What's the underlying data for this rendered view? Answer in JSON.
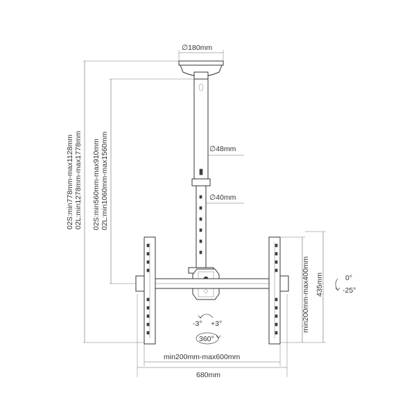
{
  "labels": {
    "plate_diameter": "∅180mm",
    "upper_tube_diameter": "∅48mm",
    "lower_tube_diameter": "∅40mm",
    "overall_height_s": "02S:min778mm-max1128mm",
    "overall_height_l": "02L:min1278mm-max1778mm",
    "pole_height_s": "02S:min560mm-max910mm",
    "pole_height_l": "02L:min1060mm-max1560mm",
    "bracket_vertical_range": "min200mm-max400mm",
    "bracket_height": "435mm",
    "tilt_top": "0°",
    "tilt_bottom": "-25°",
    "swivel_left": "-3°",
    "swivel_right": "+3°",
    "rotation": "360°",
    "horizontal_range": "min200mm-max600mm",
    "overall_width": "680mm"
  },
  "colors": {
    "line": "#555555",
    "text": "#333333",
    "dark_part": "#444444"
  }
}
